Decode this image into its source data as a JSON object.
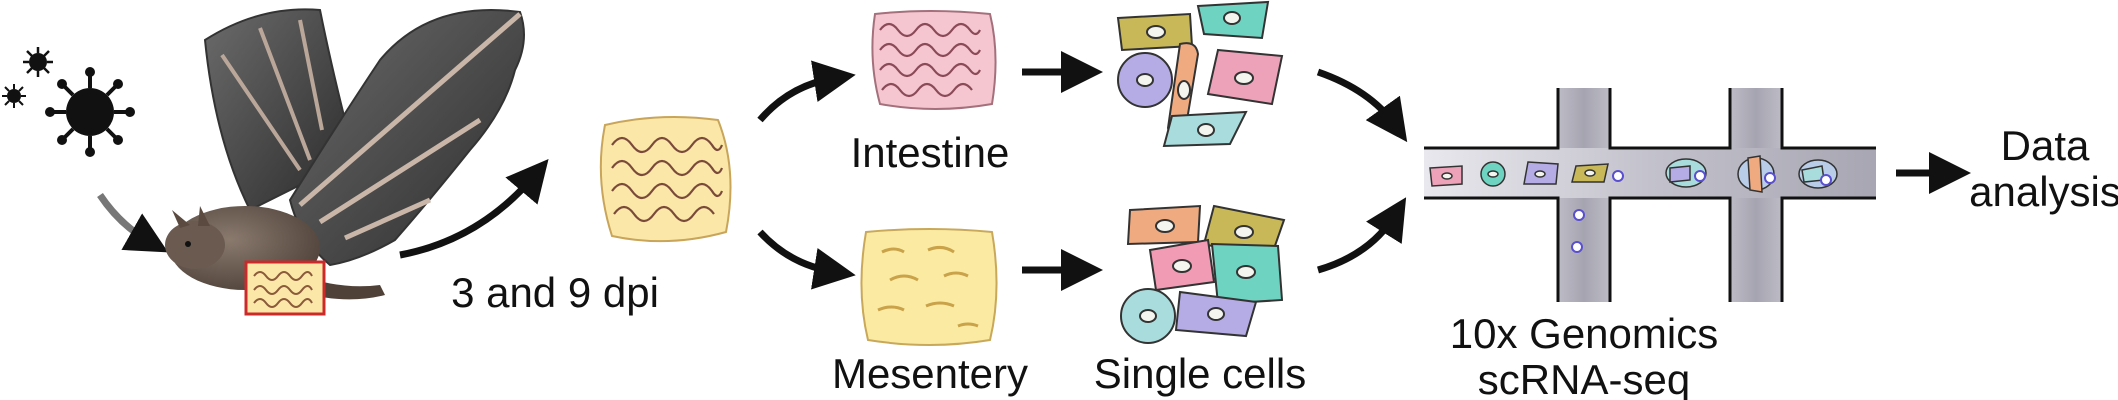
{
  "labels": {
    "timepoints": "3 and 9 dpi",
    "intestine": "Intestine",
    "mesentery": "Mesentery",
    "single_cells": "Single cells",
    "platform_line1": "10x Genomics",
    "platform_line2": "scRNA-seq",
    "output_line1": "Data",
    "output_line2": "analysis"
  },
  "icons": [
    "virus-icon",
    "bat-icon",
    "intestine-tissue-icon",
    "mesentery-tissue-icon",
    "single-cell-icon",
    "microfluidic-chip-icon",
    "arrow-icon"
  ],
  "colors": {
    "intestine_fill": "#f5c6cf",
    "intestine_sample_fill": "#fbe7a8",
    "mesentery_fill": "#faeaa2",
    "channel_fill": "#b9b8c4",
    "highlight_box": "#cc2a2a",
    "cell_colors": [
      "#f0aa80",
      "#c9b858",
      "#f29bb4",
      "#6fd3c2",
      "#b5ace6",
      "#a9dcdc",
      "#eea2ba"
    ]
  }
}
